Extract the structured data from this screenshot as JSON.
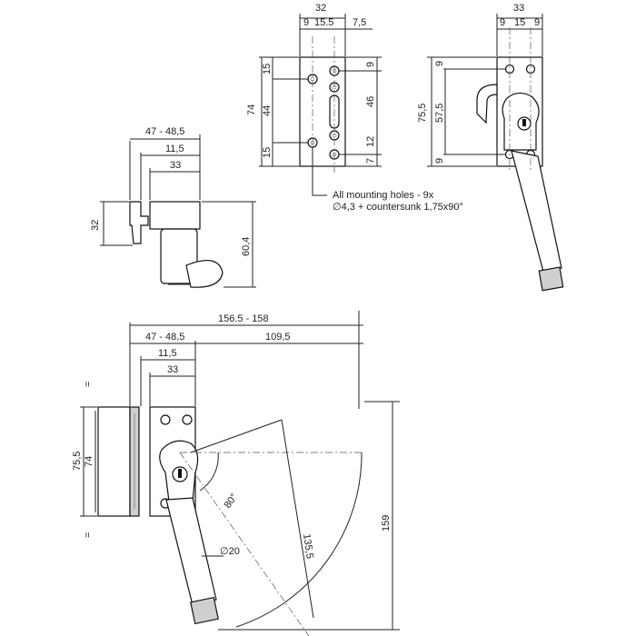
{
  "dims": {
    "top_mid_width": "32",
    "top_mid_9": "9",
    "top_mid_15_5": "15.5",
    "top_mid_7_5": "7,5",
    "top_mid_74": "74",
    "top_mid_15a": "15",
    "top_mid_44": "44",
    "top_mid_15b": "15",
    "top_mid_r9": "9",
    "top_mid_46": "46",
    "top_mid_r7": "7",
    "top_mid_12": "12",
    "top_right_33": "33",
    "top_right_9a": "9",
    "top_right_15": "15",
    "top_right_9b": "9",
    "top_right_75_5": "75,5",
    "top_right_57_5": "57,5",
    "top_right_l9a": "9",
    "top_right_l9b": "9",
    "side_47": "47 - 48,5",
    "side_11_5": "11,5",
    "side_33": "33",
    "side_32": "32",
    "side_60_4": "60,4",
    "bot_156": "156.5 - 158",
    "bot_47": "47 - 48,5",
    "bot_109": "109,5",
    "bot_11_5": "11,5",
    "bot_33": "33",
    "bot_75_5": "75,5",
    "bot_74": "74",
    "bot_80": "80°",
    "bot_135": "135,5",
    "bot_159": "159",
    "bot_d20": "∅20",
    "eq_top": "=",
    "eq_bot": "="
  },
  "notes": {
    "mounting_line1": "All mounting holes - 9x",
    "mounting_line2": "∅4,3 + countersunk 1,75x90°"
  }
}
